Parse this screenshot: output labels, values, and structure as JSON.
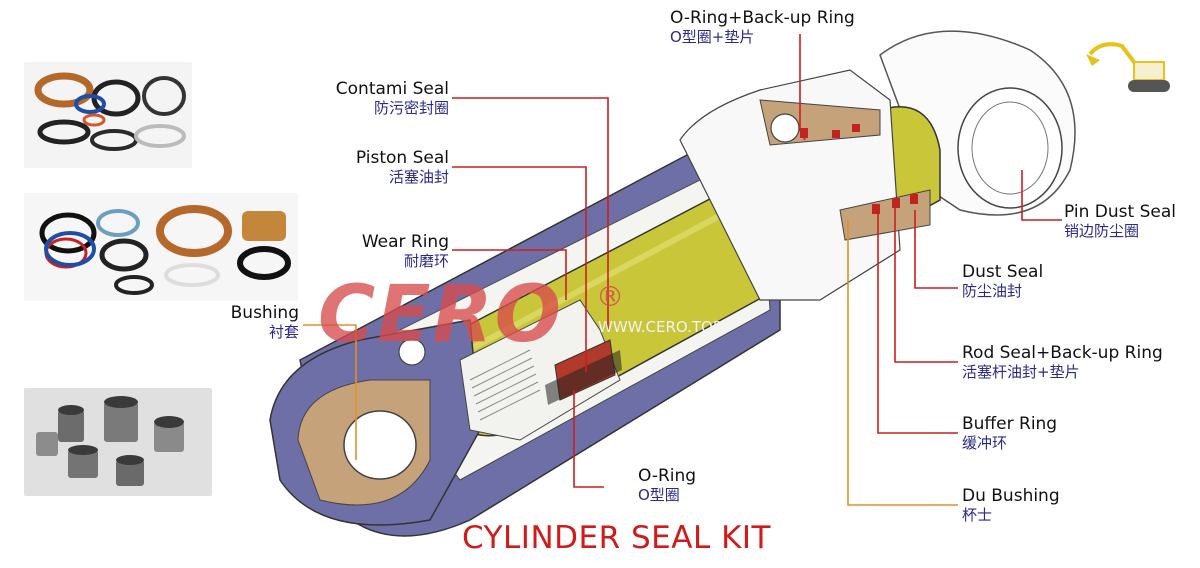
{
  "title": "CYLINDER SEAL KIT",
  "watermark": {
    "brand": "CERO",
    "reg": "®",
    "url": "WWW.CERO.TOP"
  },
  "labels": {
    "oring_backup": {
      "en": "O-Ring+Back-up Ring",
      "zh": "O型圈+垫片"
    },
    "contami_seal": {
      "en": "Contami Seal",
      "zh": "防污密封圈"
    },
    "piston_seal": {
      "en": "Piston Seal",
      "zh": "活塞油封"
    },
    "wear_ring": {
      "en": "Wear Ring",
      "zh": "耐磨环"
    },
    "bushing": {
      "en": "Bushing",
      "zh": "衬套"
    },
    "oring": {
      "en": "O-Ring",
      "zh": "O型圈"
    },
    "pin_dust_seal": {
      "en": "Pin Dust Seal",
      "zh": "销边防尘圈"
    },
    "dust_seal": {
      "en": "Dust Seal",
      "zh": "防尘油封"
    },
    "rod_seal_backup": {
      "en": "Rod Seal+Back-up Ring",
      "zh": "活塞杆油封+垫片"
    },
    "buffer_ring": {
      "en": "Buffer Ring",
      "zh": "缓冲环"
    },
    "du_bushing": {
      "en": "Du Bushing",
      "zh": "杯士"
    }
  },
  "colors": {
    "leader_red": "#cc1f1f",
    "leader_orange": "#e0902a",
    "cylinder_purple": "#6f6fa8",
    "rod_yellow": "#c9c63a",
    "title_red": "#d11a1a"
  }
}
